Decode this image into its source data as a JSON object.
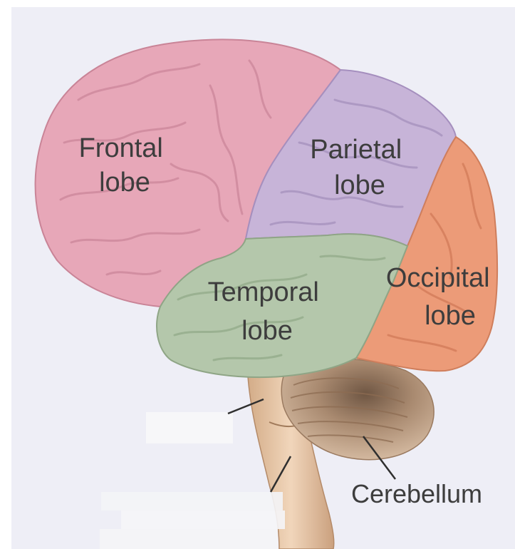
{
  "diagram": {
    "labels": {
      "frontal": [
        "Frontal",
        "lobe"
      ],
      "parietal": [
        "Parietal",
        "lobe"
      ],
      "temporal": [
        "Temporal",
        "lobe"
      ],
      "occipital": [
        "Occipital",
        "lobe"
      ],
      "cerebellum": "Cerebellum"
    },
    "colors": {
      "background": "#eeeef6",
      "frontal": "#e7a7b8",
      "parietal": "#c7b4d8",
      "temporal": "#b4c7ab",
      "occipital": "#ec9b78",
      "cerebellum": "#c9ab8f",
      "brainstem": "#e6c3a3",
      "label_text": "#3d3d3d"
    }
  }
}
